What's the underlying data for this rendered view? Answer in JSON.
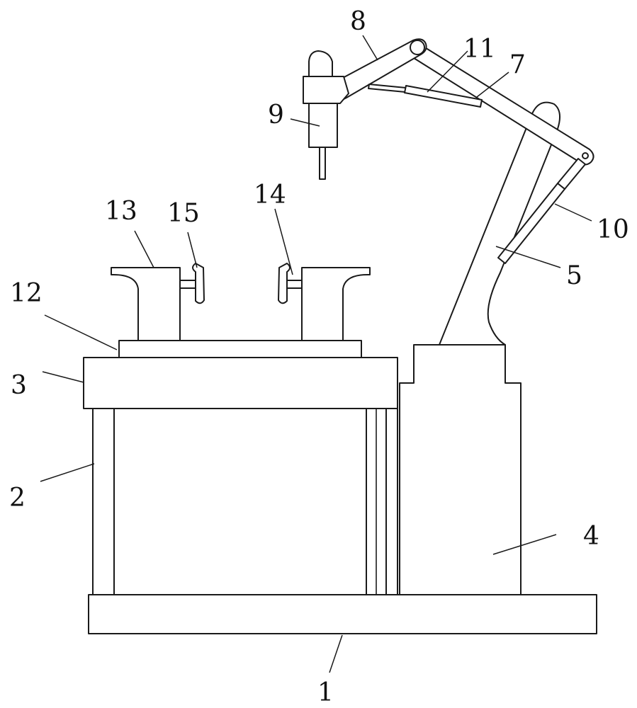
{
  "labels": {
    "l1": "1",
    "l2": "2",
    "l3": "3",
    "l4": "4",
    "l5": "5",
    "l7": "7",
    "l8": "8",
    "l9": "9",
    "l10": "10",
    "l11": "11",
    "l12": "12",
    "l13": "13",
    "l14": "14",
    "l15": "15"
  }
}
